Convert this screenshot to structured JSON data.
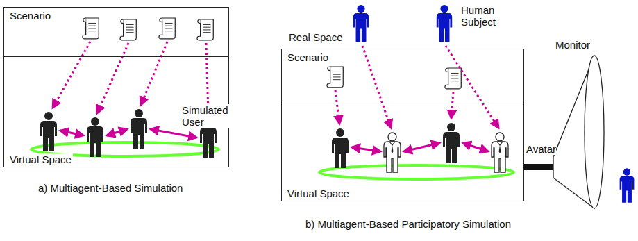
{
  "diagram": {
    "nodes": [
      {
        "text": [
          "Scenario"
        ]
      },
      {
        "text": [
          "Virtual Space"
        ]
      },
      {
        "text": [
          "Real Space"
        ]
      },
      {
        "text": [
          "Scenario"
        ],
        "in": 2
      },
      {
        "text": [
          "Virtual Space"
        ],
        "in": 2
      }
    ],
    "labels": [
      "Simulated User",
      "Human Subject",
      "Monitor",
      "Avatar",
      "a) Multiagent-Based Simulation",
      "b) Multiagent-Based Participatory Simulation"
    ]
  }
}
